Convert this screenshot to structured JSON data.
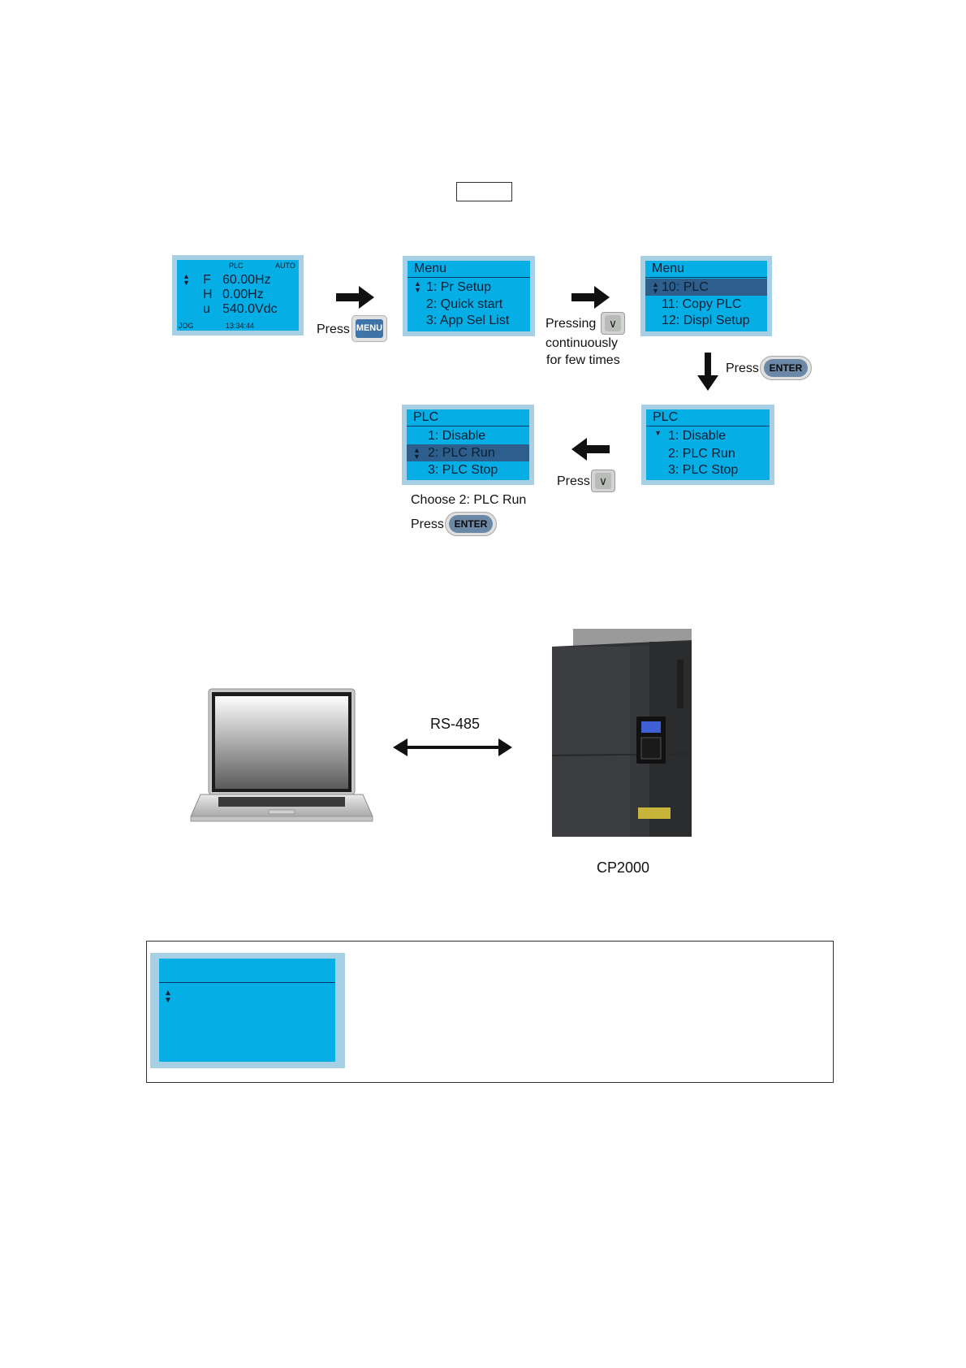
{
  "flow": {
    "screen1": {
      "plc": "PLC",
      "auto": "AUTO",
      "f_letter": "F",
      "f_value": "60.00Hz",
      "h_letter": "H",
      "h_value": "0.00Hz",
      "u_letter": "u",
      "u_value": "540.0Vdc",
      "jog": "JOG",
      "time": "13:34:44"
    },
    "press_menu_label": "Press",
    "menu_key": "MENU",
    "screen2": {
      "title": "Menu",
      "item1": "1: Pr Setup",
      "item2": "2: Quick start",
      "item3": "3: App Sel List"
    },
    "pressing_label": "Pressing",
    "continuously_label": "continuously",
    "few_times_label": "for few times",
    "screen3": {
      "title": "Menu",
      "item1": "10: PLC",
      "item2": "11: Copy PLC",
      "item3": "12: Displ Setup"
    },
    "press_enter_label": "Press",
    "enter_key": "ENTER",
    "screen4": {
      "title": "PLC",
      "item1": "1: Disable",
      "item2": "2: PLC Run",
      "item3": "3: PLC Stop"
    },
    "press_down_label": "Press",
    "screen5": {
      "title": "PLC",
      "item1": "1: Disable",
      "item2": "2: PLC Run",
      "item3": "3: PLC Stop"
    },
    "choose_label": "Choose 2: PLC Run",
    "press_enter2_label": "Press",
    "enter_key2": "ENTER"
  },
  "connection": {
    "protocol": "RS-485",
    "drive_label": "CP2000"
  },
  "colors": {
    "lcd_screen": "#06aee6",
    "lcd_frame": "#a9cfe4",
    "lcd_highlight": "#2e5f8c",
    "key_blue": "#3f74a8"
  }
}
